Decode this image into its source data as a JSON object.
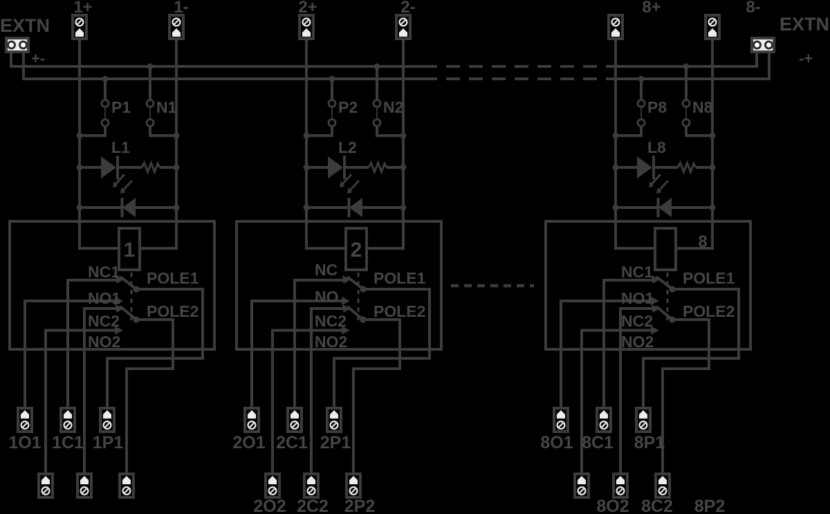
{
  "diagram": {
    "title": "relay-module-wiring-diagram",
    "colors": {
      "background": "#000000",
      "line": "#3c3c3c",
      "text": "#454545",
      "white": "#ededed"
    }
  },
  "extn_left": {
    "label": "EXTN",
    "polarity": "+-"
  },
  "extn_right": {
    "label": "EXTN",
    "polarity": "-+"
  },
  "channels": [
    {
      "top_plus": "1+",
      "top_minus": "1-",
      "fuse_p": "P1",
      "fuse_n": "N1",
      "led": "L1",
      "coil": "1",
      "contacts": {
        "nc1": "NC1",
        "no1": "NO1",
        "nc2": "NC2",
        "no2": "NO2",
        "pole1": "POLE1",
        "pole2": "POLE2"
      },
      "bottom_row1": [
        "1O1",
        "1C1",
        "1P1"
      ],
      "bottom_row2": []
    },
    {
      "top_plus": "2+",
      "top_minus": "2-",
      "fuse_p": "P2",
      "fuse_n": "N2",
      "led": "L2",
      "coil": "2",
      "contacts": {
        "nc1": "NC",
        "no1": "NO",
        "nc2": "NC2",
        "no2": "NO2",
        "pole1": "POLE1",
        "pole2": "POLE2"
      },
      "bottom_row1": [
        "2O1",
        "2C1",
        "2P1"
      ],
      "bottom_row2": [
        "2O2",
        "2C2",
        "2P2"
      ]
    },
    {
      "top_plus": "8+",
      "top_minus": "8-",
      "fuse_p": "P8",
      "fuse_n": "N8",
      "led": "L8",
      "coil": "8",
      "contacts": {
        "nc1": "NC1",
        "no1": "NO1",
        "nc2": "NC2",
        "no2": "NO2",
        "pole1": "POLE1",
        "pole2": "POLE2"
      },
      "bottom_row1": [
        "8O1",
        "8C1",
        "8P1"
      ],
      "bottom_row2": [
        "8O2",
        "8C2",
        "8P2"
      ]
    }
  ]
}
